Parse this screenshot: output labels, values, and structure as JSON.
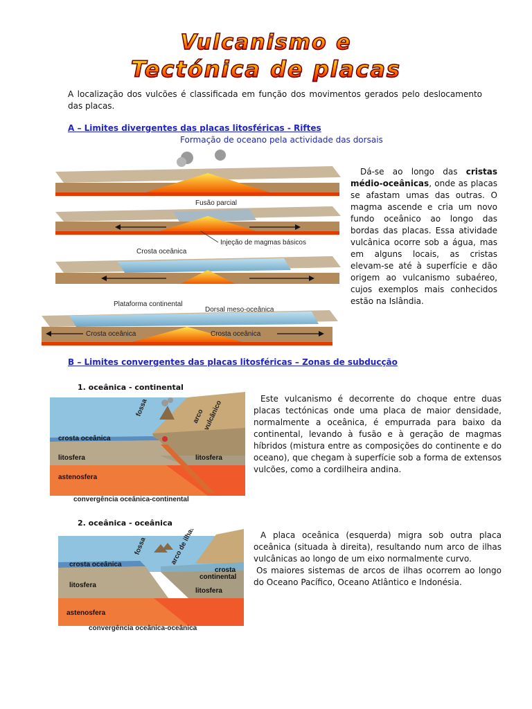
{
  "title": {
    "line1": "Vulcanismo e",
    "line2": "Tectónica de placas"
  },
  "intro": "A localização dos vulcões é classificada em função dos movimentos gerados pelo deslocamento das placas.",
  "sectionA": {
    "heading": "A – Limites divergentes das placas litosféricas - Riftes",
    "caption": "Formação de oceano pela actividade das dorsais",
    "para_lead": "Dá-se ao longo das ",
    "para_bold": "cristas médio-oceânicas",
    "para_rest": ", onde as placas se afastam umas das outras. O magma ascende e cria um novo fundo oceânico ao longo das bordas das placas. Essa atividade vulcânica ocorre sob a água, mas em alguns locais, as cristas elevam-se até à superfície e dão origem ao vulcanismo subaéreo, cujos exemplos mais conhecidos estão na Islândia.",
    "diagram_labels": {
      "fusao": "Fusão parcial",
      "injecao": "Injeção de magmas básicos",
      "crosta": "Crosta oceânica",
      "plataforma": "Plataforma continental",
      "dorsal": "Dorsal meso-oceânica",
      "crosta_left": "Crosta oceânica",
      "crosta_right": "Crosta oceânica"
    }
  },
  "sectionB": {
    "heading": "B – Limites convergentes das placas litosféricas – Zonas de subducção",
    "item1": {
      "title": "1. oceânica - continental",
      "para": "Este vulcanismo é decorrente do choque entre duas placas tectónicas onde uma placa de maior densidade, normalmente a oceânica, é empurrada para baixo da continental, levando à fusão e à geração de magmas híbridos (mistura entre as composições do continente e do oceano), que chegam à superfície sob a forma de extensos vulcões, como a cordilheira andina.",
      "labels": {
        "fossa": "fossa",
        "arco": "arco",
        "vulcanico": "vulcânico",
        "crosta": "crosta oceânica",
        "litosfera_l": "litosfera",
        "litosfera_r": "litosfera",
        "astenosfera": "astenosfera",
        "caption": "convergência oceânica-continental"
      }
    },
    "item2": {
      "title": "2. oceânica - oceânica",
      "para1": "A placa oceânica (esquerda) migra sob outra placa oceânica (situada à direita), resultando num arco de ilhas vulcânicas ao longo de um eixo normalmente curvo.",
      "para2": "Os maiores sistemas de arcos de ilhas ocorrem ao longo do Oceano Pacífico, Oceano Atlântico e Indonésia.",
      "labels": {
        "fossa": "fossa",
        "arco": "arco de ilhas",
        "crosta": "crosta oceânica",
        "crosta_cont1": "crosta",
        "crosta_cont2": "continental",
        "litosfera_l": "litosfera",
        "litosfera_r": "litosfera",
        "astenosfera": "astenosfera",
        "caption": "convergência oceânica-oceânica"
      }
    }
  }
}
